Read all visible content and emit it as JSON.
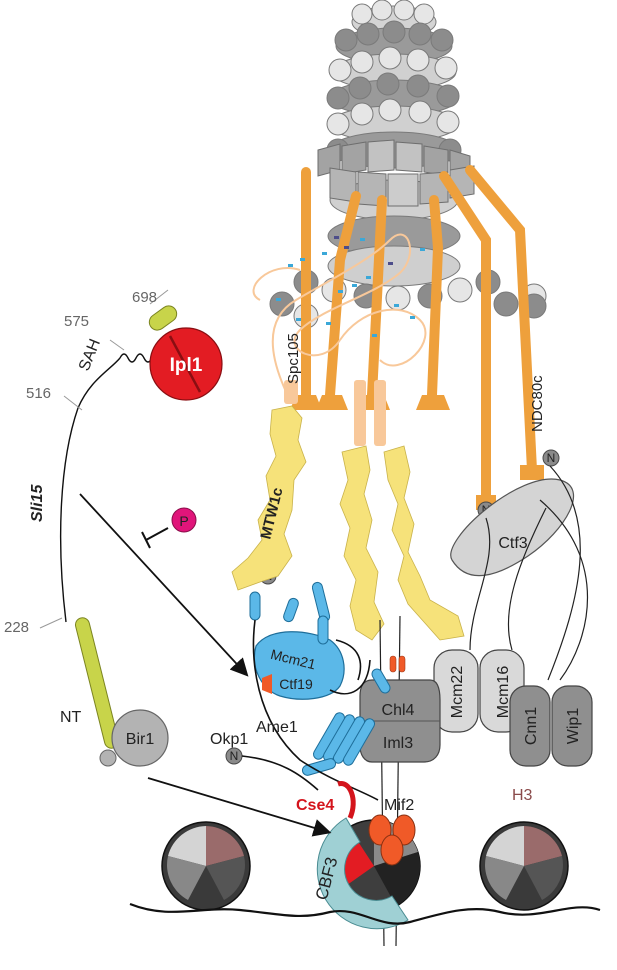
{
  "labels": {
    "sli15": "Sli15",
    "sah": "SAH",
    "nt": "NT",
    "num_698": "698",
    "num_575": "575",
    "num_516": "516",
    "num_228": "228",
    "ipl1": "Ipl1",
    "bir1": "Bir1",
    "phospho": "P",
    "spc105": "Spc105",
    "mtw1c": "MTW1c",
    "ndc80c": "NDC80c",
    "ctf3": "Ctf3",
    "mcm21": "Mcm21",
    "ctf19": "Ctf19",
    "ame1": "Ame1",
    "okp1": "Okp1",
    "chl4": "Chl4",
    "iml3": "Iml3",
    "mcm22": "Mcm22",
    "mcm16": "Mcm16",
    "cnn1": "Cnn1",
    "wip1": "Wip1",
    "cse4": "Cse4",
    "mif2": "Mif2",
    "cbf3": "CBF3",
    "h3": "H3",
    "n_terminus": "N"
  },
  "colors": {
    "ipl1_red": "#e31c23",
    "sli15_green": "#c8d44a",
    "ndc80_orange": "#eea03c",
    "mtw1_yellow": "#f6e27a",
    "ctf19_blue": "#5bb8e8",
    "cse4_red": "#d4141c",
    "cbf3_teal": "#9fd0d4",
    "mif2_orange": "#f05a28",
    "phospho_pink": "#e0157a",
    "grey_dark": "#8a8a8a",
    "grey_light": "#d9d9d9",
    "h3_brown": "#9a6b6b"
  }
}
